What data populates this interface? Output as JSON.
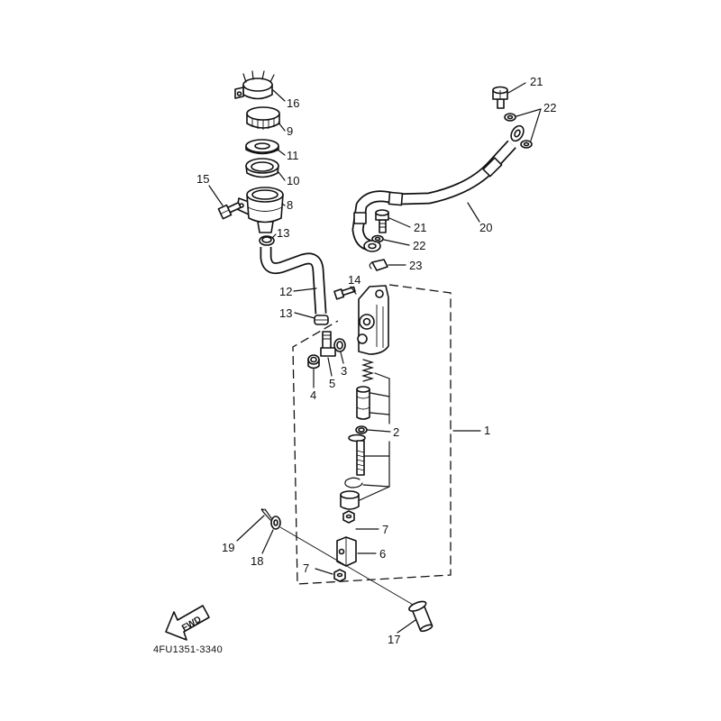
{
  "callouts": [
    "16",
    "9",
    "11",
    "10",
    "8",
    "15",
    "13",
    "12",
    "13",
    "14",
    "4",
    "5",
    "3",
    "2",
    "1",
    "7",
    "6",
    "7",
    "19",
    "18",
    "17",
    "21",
    "22",
    "20",
    "21",
    "22",
    "23"
  ],
  "fwd_label": "FWD",
  "part_code": "4FU1351-3340"
}
